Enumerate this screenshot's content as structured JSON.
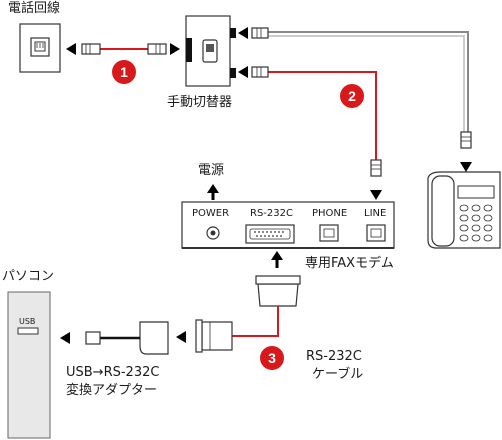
{
  "labels": {
    "phone_line": "電話回線",
    "switch": "手動切替器",
    "power": "電源",
    "modem": "専用FAXモデム",
    "pc": "パソコン",
    "adapter_line1": "USB→RS-232C",
    "adapter_line2": "変換アダプター",
    "cable_line1": "RS-232C",
    "cable_line2": "ケーブル"
  },
  "modem_ports": {
    "power": "POWER",
    "rs232c": "RS-232C",
    "phone": "PHONE",
    "line": "LINE"
  },
  "pc_port": "USB",
  "steps": [
    "1",
    "2",
    "3"
  ],
  "colors": {
    "accent_red": "#d7191c",
    "line_gray": "#888888"
  }
}
